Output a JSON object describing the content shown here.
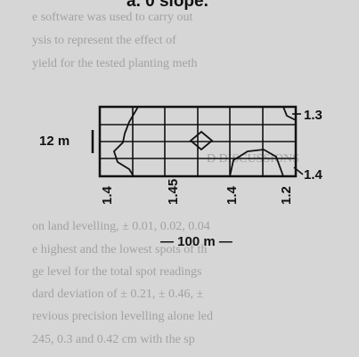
{
  "caption": "a. 0 slope.",
  "background_text": [
    "e software was used to carry out",
    "ysis to represent the effect of",
    "yield for the tested planting meth",
    "",
    "",
    "",
    "",
    "",
    "D DISCUSSIONS",
    "",
    "on land levelling, ± 0.01, 0.02, 0.04",
    "e highest and the lowest spots of th",
    "ge level for the total spot readings",
    "dard deviation of ± 0.21, ± 0.46, ±",
    "revious precision levelling alone led",
    "245, 0.3 and 0.42 cm with the sp"
  ],
  "diagram": {
    "width_label": "12 m",
    "length_label": "— 100 m —",
    "right_labels": [
      "1.3",
      "1.4"
    ],
    "bottom_labels": [
      "1.4",
      "1.45",
      "1.4",
      "1.2"
    ]
  }
}
